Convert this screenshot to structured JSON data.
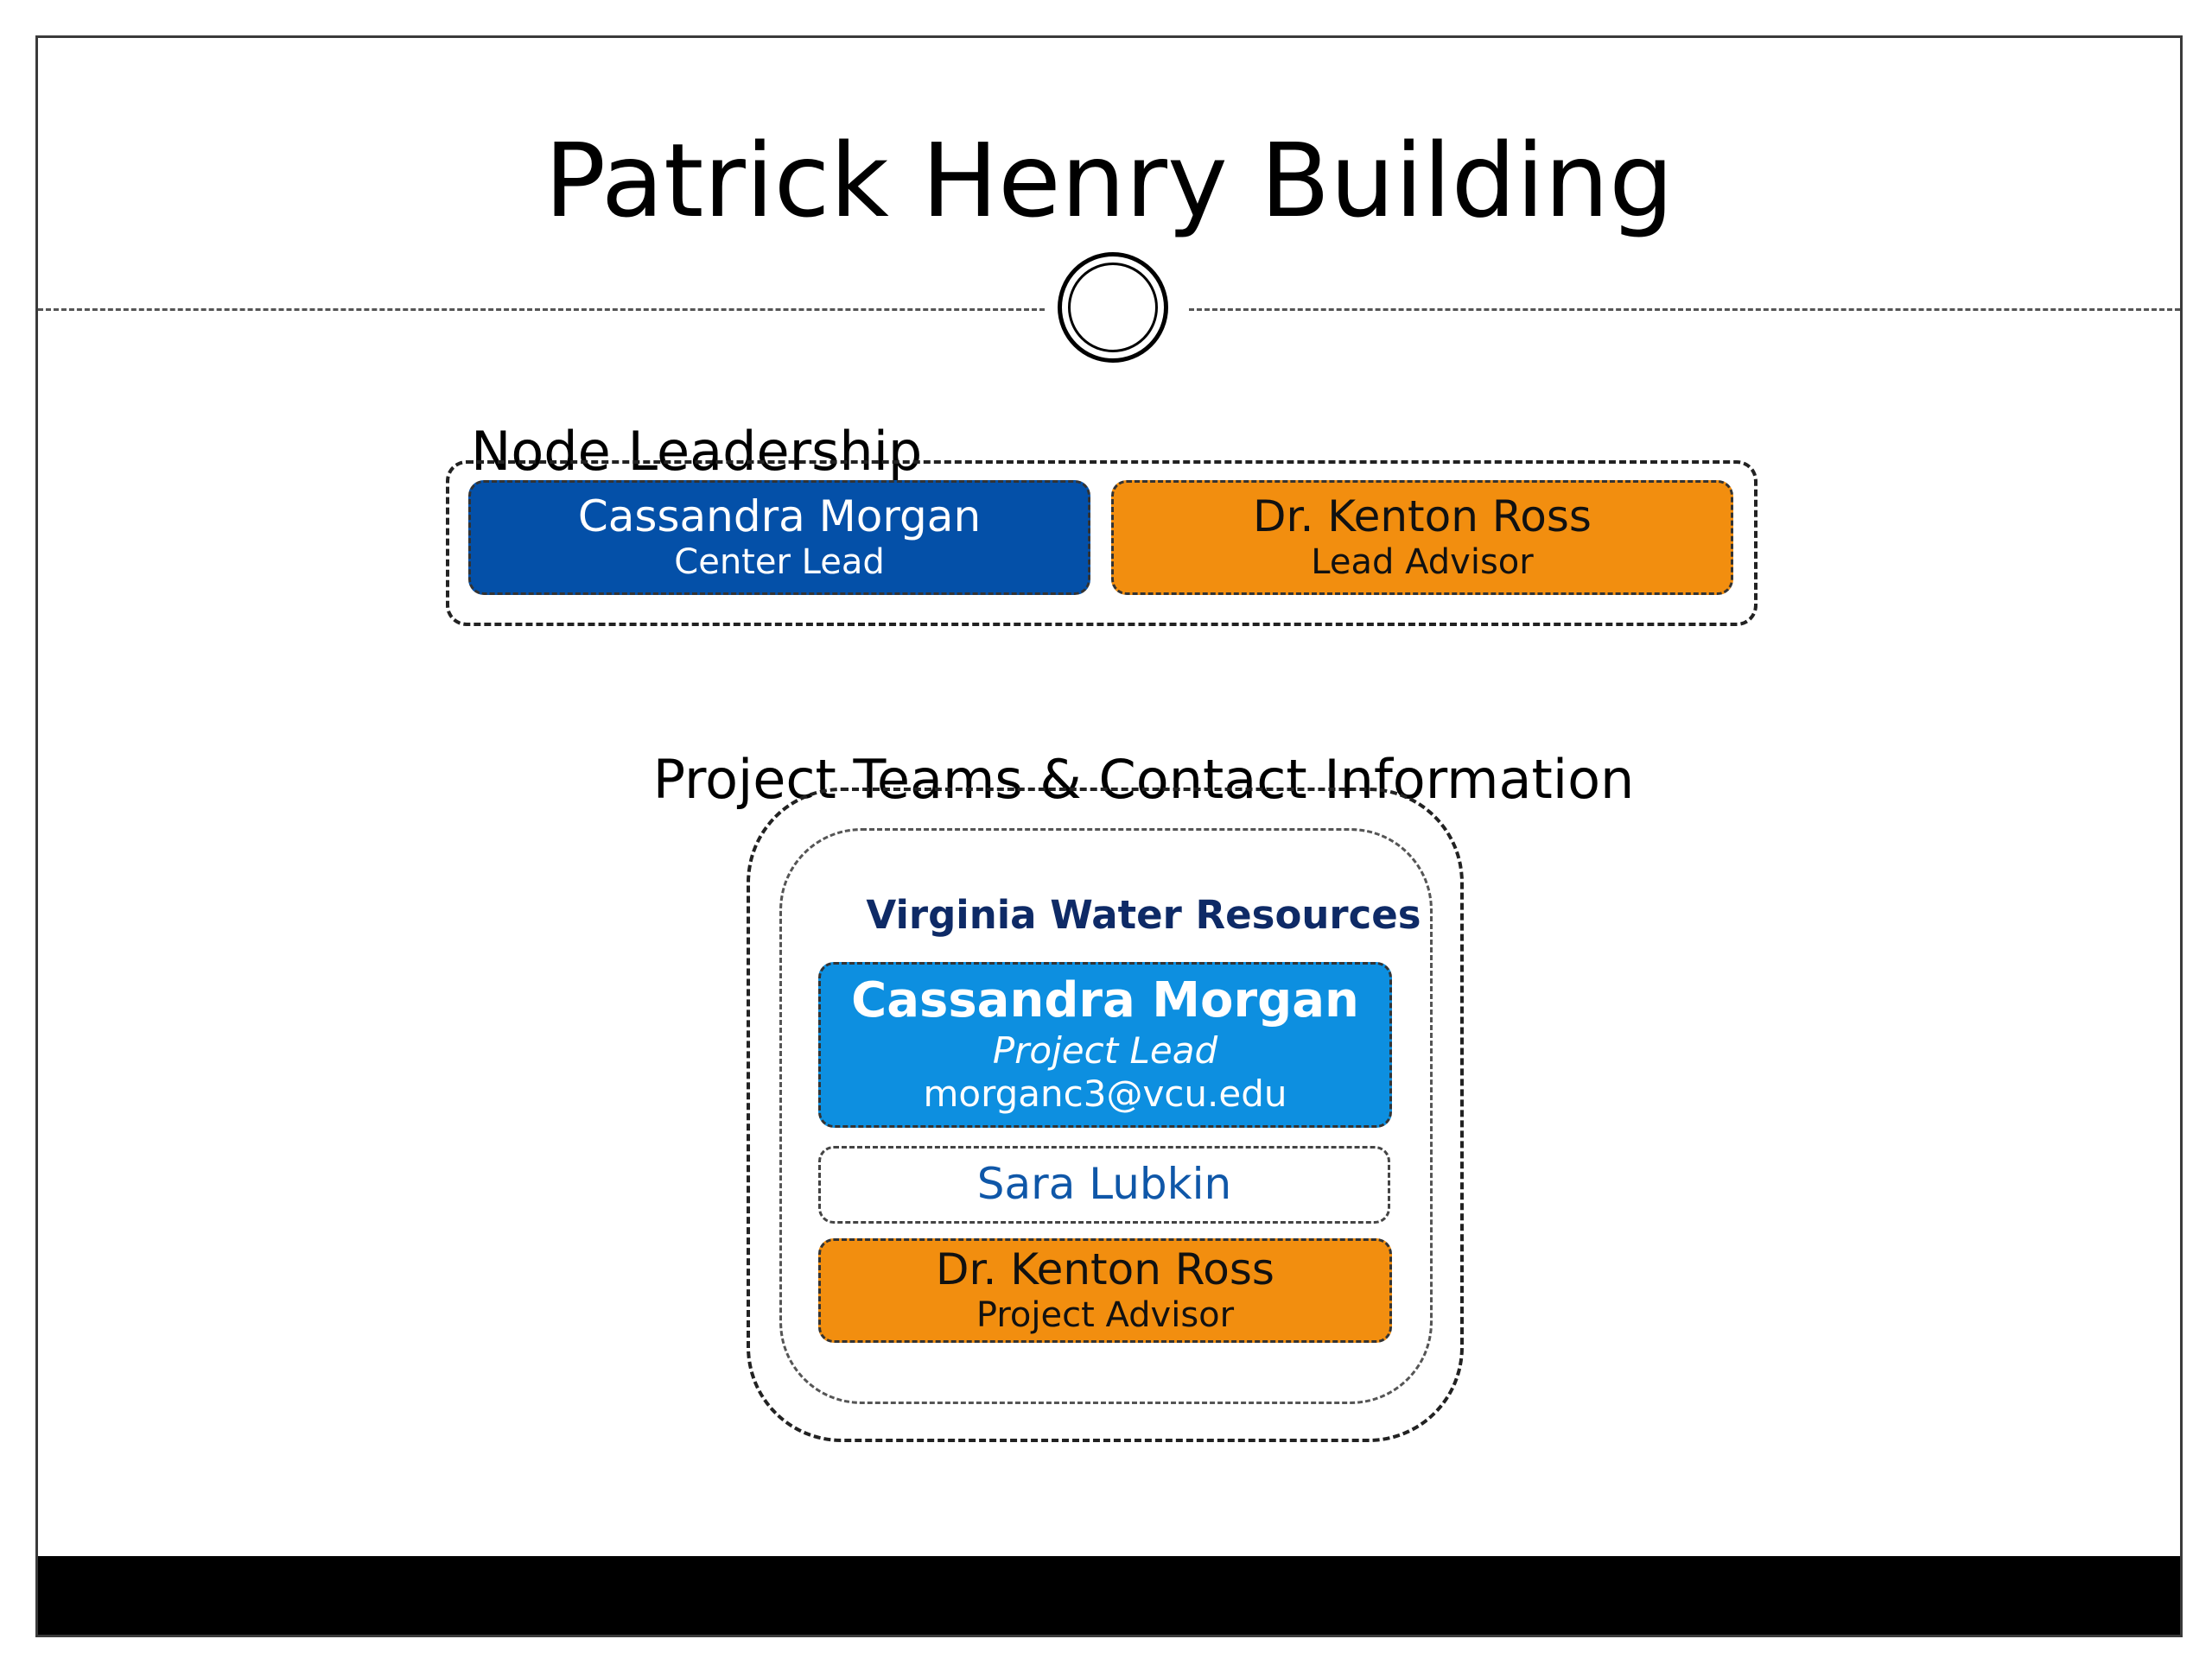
{
  "slide": {
    "title": "Patrick Henry Building"
  },
  "leadership": {
    "section_title": "Node Leadership",
    "members": [
      {
        "name": "Cassandra Morgan",
        "role": "Center Lead",
        "color": "#0450a8"
      },
      {
        "name": "Dr. Kenton Ross",
        "role": "Lead Advisor",
        "color": "#f28e0f"
      }
    ]
  },
  "projects": {
    "section_title": "Project Teams & Contact Information",
    "team": {
      "name": "Virginia Water Resources",
      "lead": {
        "name": "Cassandra Morgan",
        "role": "Project Lead",
        "email": "morganc3@vcu.edu",
        "color": "#0d8fe0"
      },
      "member": {
        "name": "Sara Lubkin"
      },
      "advisor": {
        "name": "Dr. Kenton Ross",
        "role": "Project Advisor",
        "color": "#f28e0f"
      }
    }
  }
}
